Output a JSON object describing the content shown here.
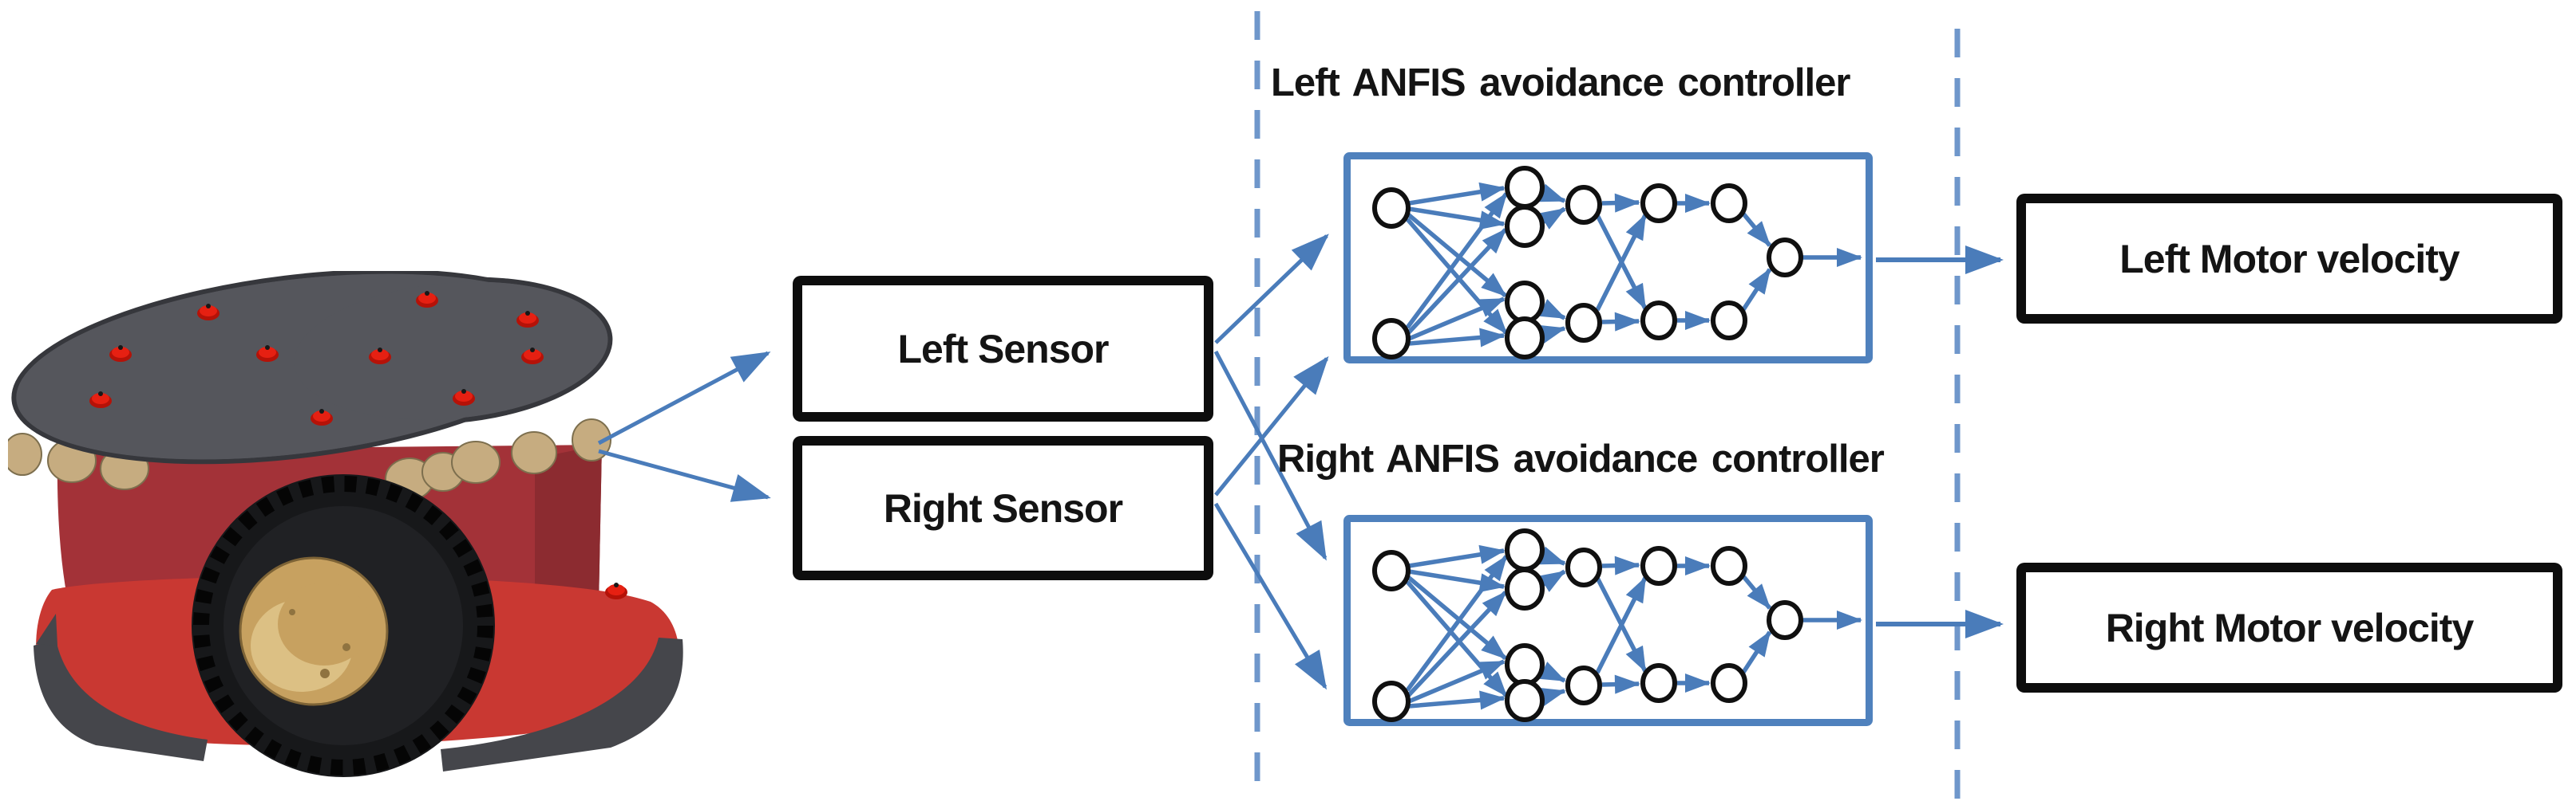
{
  "figure": {
    "robot_icon": "pioneer-3dx-mobile-robot",
    "sensors": {
      "left": "Left Sensor",
      "right": "Right Sensor"
    },
    "controllers": {
      "left_title": "Left ANFIS avoidance controller",
      "right_title": "Right ANFIS avoidance controller"
    },
    "motors": {
      "left": "Left Motor velocity",
      "right": "Right Motor velocity"
    }
  },
  "colors": {
    "line_blue": "#4a7cba",
    "box_blue": "#4f81bd",
    "dash_blue": "#6f97cb",
    "ink": "#141414",
    "background": "#ffffff",
    "robot_body_red": "#a33238",
    "robot_skirt_red": "#c93832",
    "robot_deck_gray": "#55565c",
    "bumper_gray": "#45464b",
    "sonar_tan": "#c6ac80",
    "wheel_hub_gold": "#c7a160",
    "tire_black": "#17181a",
    "knob_red": "#e62012"
  }
}
